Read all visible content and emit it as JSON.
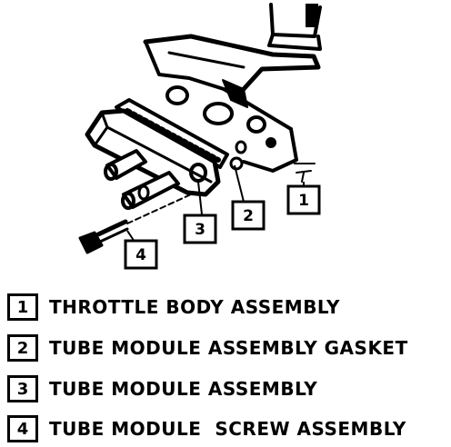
{
  "callouts": [
    {
      "number": "1"
    },
    {
      "number": "2"
    },
    {
      "number": "3"
    },
    {
      "number": "4"
    }
  ],
  "legend": [
    {
      "number": "1",
      "label": "THROTTLE BODY ASSEMBLY"
    },
    {
      "number": "2",
      "label": "TUBE MODULE ASSEMBLY GASKET"
    },
    {
      "number": "3",
      "label": "TUBE MODULE ASSEMBLY"
    },
    {
      "number": "4",
      "label": "TUBE MODULE  SCREW ASSEMBLY"
    }
  ]
}
